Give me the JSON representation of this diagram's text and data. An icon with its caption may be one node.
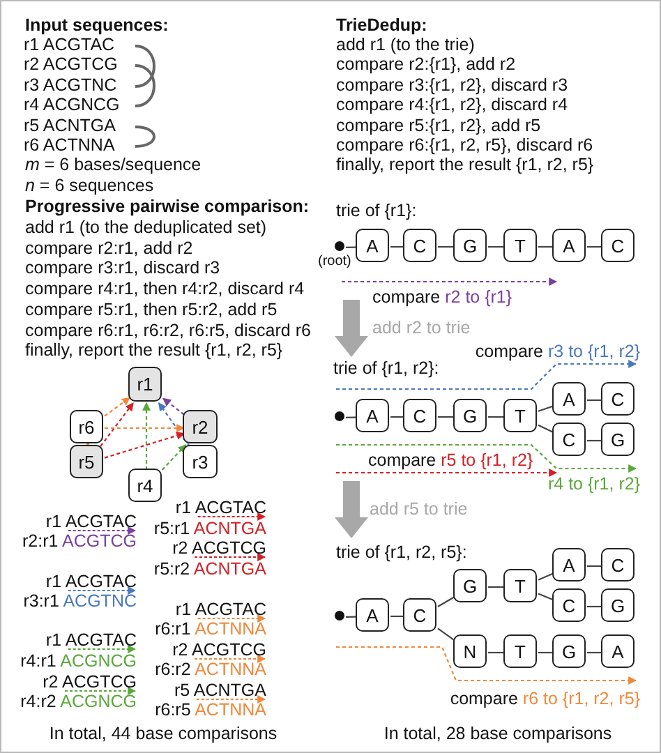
{
  "diagram": {
    "nodes": [
      {
        "text": [
          "r1 ACGTAC"
        ]
      },
      {
        "text": [
          "r2 ACGTCG"
        ]
      },
      {
        "text": [
          "r3 ACGTNC"
        ]
      },
      {
        "text": [
          "r4 ACGNCG"
        ]
      },
      {
        "text": [
          "r5 ACNTGA"
        ]
      },
      {
        "text": [
          "r6 ACTNNA"
        ]
      },
      {
        "text": [
          "r1"
        ]
      },
      {
        "text": [
          "r6"
        ]
      },
      {
        "text": [
          "r2"
        ]
      },
      {
        "text": [
          "r5"
        ]
      },
      {
        "text": [
          "r3"
        ]
      },
      {
        "text": [
          "r4"
        ]
      },
      {
        "text": [],
        "shape": "circle",
        "beside": [
          "(root)"
        ]
      },
      {
        "text": [
          "A"
        ]
      },
      {
        "text": [
          "C"
        ]
      },
      {
        "text": [
          "G"
        ]
      },
      {
        "text": [
          "T"
        ]
      },
      {
        "text": [
          "A"
        ]
      },
      {
        "text": [
          "C"
        ]
      },
      {
        "text": [],
        "shape": "circle"
      },
      {
        "text": [
          "A"
        ]
      },
      {
        "text": [
          "C"
        ]
      },
      {
        "text": [
          "G"
        ]
      },
      {
        "text": [
          "T"
        ]
      },
      {
        "text": [
          "A"
        ]
      },
      {
        "text": [
          "C"
        ]
      },
      {
        "text": [
          "C"
        ]
      },
      {
        "text": [
          "G"
        ]
      },
      {
        "text": [],
        "shape": "circle"
      },
      {
        "text": [
          "A"
        ]
      },
      {
        "text": [
          "C"
        ]
      },
      {
        "text": [
          "G"
        ]
      },
      {
        "text": [
          "T"
        ]
      },
      {
        "text": [
          "A"
        ]
      },
      {
        "text": [
          "C"
        ]
      },
      {
        "text": [
          "C"
        ]
      },
      {
        "text": [
          "G"
        ]
      },
      {
        "text": [
          "N"
        ]
      },
      {
        "text": [
          "T"
        ]
      },
      {
        "text": [
          "G"
        ]
      },
      {
        "text": [
          "A"
        ]
      }
    ],
    "edges": [
      {
        "from": 0,
        "to": 2,
        "arrow": "none"
      },
      {
        "from": 1,
        "to": 3,
        "arrow": "none"
      },
      {
        "from": 4,
        "to": 5,
        "arrow": "none"
      },
      {
        "from": 8,
        "to": 6,
        "arrow": "to",
        "style": "dashed",
        "color": "#7b3f9e"
      },
      {
        "from": 10,
        "to": 6,
        "arrow": "to",
        "style": "dashed",
        "color": "#4a78c2"
      },
      {
        "from": 11,
        "to": 6,
        "arrow": "to",
        "style": "dashed",
        "color": "#5aa83a"
      },
      {
        "from": 11,
        "to": 8,
        "arrow": "to",
        "style": "dashed",
        "color": "#5aa83a"
      },
      {
        "from": 9,
        "to": 6,
        "arrow": "to",
        "style": "dashed",
        "color": "#d42025"
      },
      {
        "from": 9,
        "to": 8,
        "arrow": "to",
        "style": "dashed",
        "color": "#d42025"
      },
      {
        "from": 7,
        "to": 6,
        "arrow": "to",
        "style": "dashed",
        "color": "#f0883a"
      },
      {
        "from": 7,
        "to": 8,
        "arrow": "to",
        "style": "dashed",
        "color": "#f0883a"
      },
      {
        "from": 7,
        "to": 9,
        "arrow": "to",
        "style": "dashed",
        "color": "#f0883a"
      },
      {
        "from": 12,
        "to": 13,
        "arrow": "none"
      },
      {
        "from": 13,
        "to": 14,
        "arrow": "none"
      },
      {
        "from": 14,
        "to": 15,
        "arrow": "none"
      },
      {
        "from": 15,
        "to": 16,
        "arrow": "none"
      },
      {
        "from": 16,
        "to": 17,
        "arrow": "none"
      },
      {
        "from": 17,
        "to": 18,
        "arrow": "none"
      },
      {
        "from": 19,
        "to": 20,
        "arrow": "none"
      },
      {
        "from": 20,
        "to": 21,
        "arrow": "none"
      },
      {
        "from": 21,
        "to": 22,
        "arrow": "none"
      },
      {
        "from": 22,
        "to": 23,
        "arrow": "none"
      },
      {
        "from": 23,
        "to": 24,
        "arrow": "none"
      },
      {
        "from": 24,
        "to": 25,
        "arrow": "none"
      },
      {
        "from": 23,
        "to": 26,
        "arrow": "none"
      },
      {
        "from": 26,
        "to": 27,
        "arrow": "none"
      },
      {
        "from": 28,
        "to": 29,
        "arrow": "none"
      },
      {
        "from": 29,
        "to": 30,
        "arrow": "none"
      },
      {
        "from": 30,
        "to": 31,
        "arrow": "none"
      },
      {
        "from": 31,
        "to": 32,
        "arrow": "none"
      },
      {
        "from": 32,
        "to": 33,
        "arrow": "none"
      },
      {
        "from": 33,
        "to": 34,
        "arrow": "none"
      },
      {
        "from": 32,
        "to": 35,
        "arrow": "none"
      },
      {
        "from": 35,
        "to": 36,
        "arrow": "none"
      },
      {
        "from": 30,
        "to": 37,
        "arrow": "none"
      },
      {
        "from": 37,
        "to": 38,
        "arrow": "none"
      },
      {
        "from": 38,
        "to": 39,
        "arrow": "none"
      },
      {
        "from": 39,
        "to": 40,
        "arrow": "none"
      }
    ],
    "labels": [
      "Input sequences:",
      "*m* = 6 bases/sequence",
      "*n* = 6 sequences",
      "Progressive pairwise comparison:",
      "add r1 (to the deduplicated set)",
      "compare r2:r1, add r2",
      "compare r3:r1, discard r3",
      "compare r4:r1, then r4:r2, discard r4",
      "compare r5:r1, then r5:r2, add r5",
      "compare r6:r1, r6:r2, r6:r5, discard r6",
      "finally, report the result {r1, r2, r5}",
      "r1 ACGTAC",
      "r2:r1 ACGTCG",
      "r1 ACGTAC",
      "r3:r1 ACGTNC",
      "r1 ACGTAC",
      "r4:r1 ACGNCG",
      "r2 ACGTCG",
      "r4:r2 ACGNCG",
      "r1 ACGTAC",
      "r5:r1 ACNTGA",
      "r2 ACGTCG",
      "r5:r2 ACNTGA",
      "r1 ACGTAC",
      "r6:r1 ACTNNA",
      "r2 ACGTCG",
      "r6:r2 ACTNNA",
      "r5 ACNTGA",
      "r6:r5 ACTNNA",
      "In total, 44 base comparisons",
      "TrieDedup:",
      "add r1 (to the trie)",
      "compare r2:{r1}, add r2",
      "compare r3:{r1, r2}, discard r3",
      "compare r4:{r1, r2}, discard r4",
      "compare r5:{r1, r2}, add r5",
      "compare r6:{r1, r2, r5}, discard r6",
      "finally, report the result {r1, r2, r5}",
      "trie of {r1}:",
      "compare r2 to {r1}",
      "add r2 to trie",
      "compare r3 to {r1, r2}",
      "trie of {r1, r2}:",
      "compare r5 to {r1, r2}",
      "r4 to {r1, r2}",
      "add r5 to trie",
      "trie of {r1, r2, r5}:",
      "compare r6 to {r1, r2, r5}",
      "In total, 28 base comparisons"
    ]
  }
}
